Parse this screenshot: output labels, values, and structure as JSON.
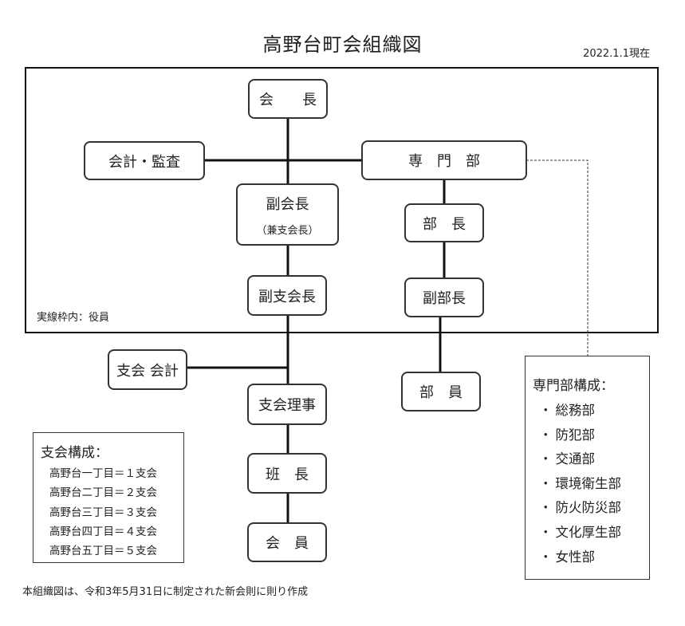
{
  "title": "高野台町会組織図",
  "date": "2022.1.1現在",
  "legend_note": "実線枠内：役員",
  "footer": "本組織図は、令和3年5月31日に制定された新会則に則り作成",
  "nodes": {
    "president": "会　　長",
    "accounting_audit": "会計・監査",
    "special_dept": "専　門　部",
    "vice_president": "副会長",
    "vice_president_sub": "（兼支会長）",
    "dept_head": "部　長",
    "vice_branch_head": "副支会長",
    "vice_dept_head": "副部長",
    "branch_accountant": "支会 会計",
    "dept_member": "部　員",
    "branch_director": "支会理事",
    "group_leader": "班　長",
    "member": "会　員"
  },
  "branch_composition": {
    "heading": "支会構成：",
    "items": [
      "高野台一丁目＝１支会",
      "高野台二丁目＝２支会",
      "高野台三丁目＝３支会",
      "高野台四丁目＝４支会",
      "高野台五丁目＝５支会"
    ]
  },
  "dept_composition": {
    "heading": "専門部構成：",
    "items": [
      "総務部",
      "防犯部",
      "交通部",
      "環境衛生部",
      "防火防災部",
      "文化厚生部",
      "女性部"
    ]
  }
}
